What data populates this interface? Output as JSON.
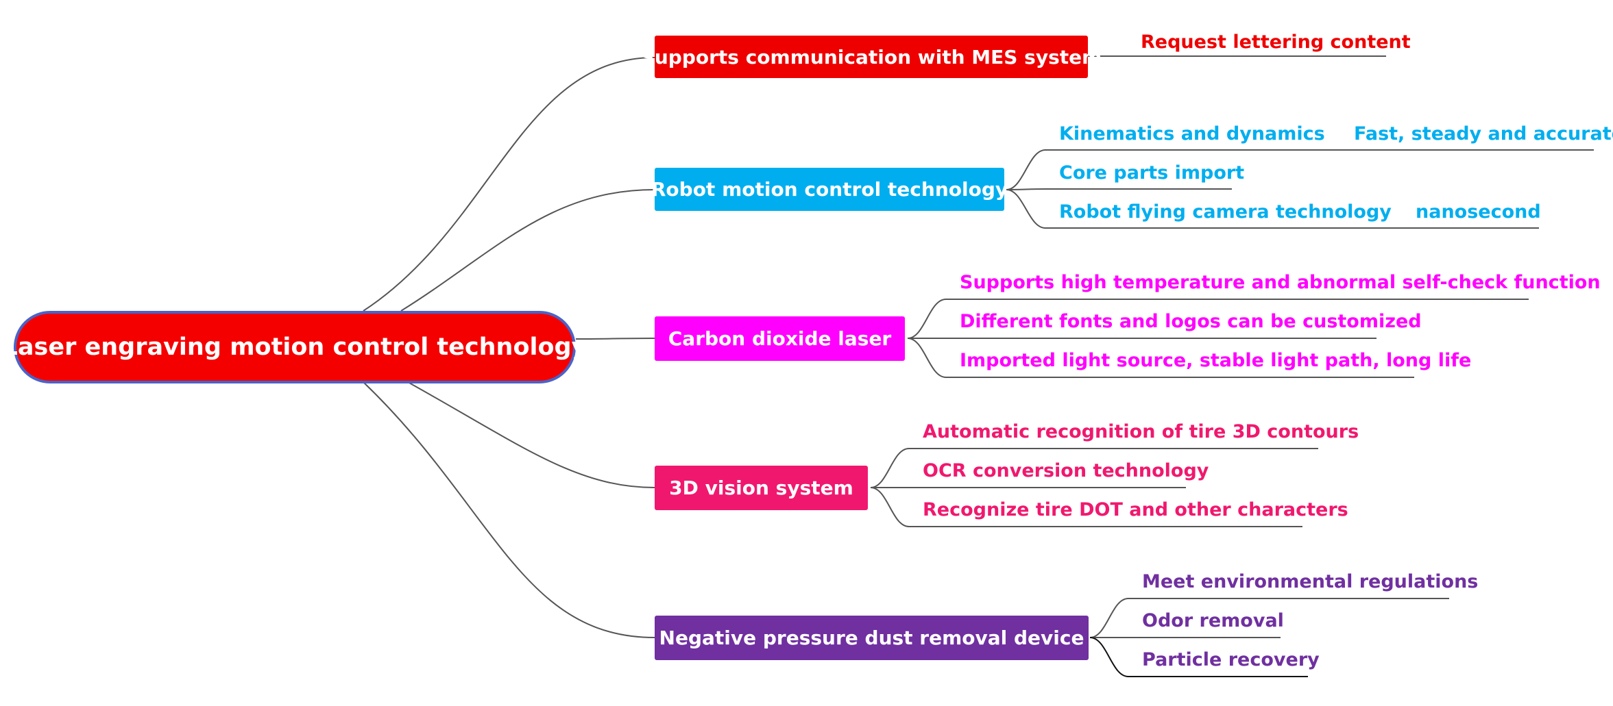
{
  "root": {
    "label": "Laser engraving motion control technology",
    "color": "#f50000"
  },
  "branches": [
    {
      "label": "Supports communication with MES system",
      "color": "#ef0000",
      "children": [
        {
          "label": "Request lettering content"
        }
      ]
    },
    {
      "label": "Robot motion control technology",
      "color": "#00aeef",
      "children": [
        {
          "label": "Kinematics and dynamics",
          "children": [
            {
              "label": "Fast, steady and accurate"
            }
          ]
        },
        {
          "label": "Core parts import"
        },
        {
          "label": "Robot flying camera technology",
          "children": [
            {
              "label": "nanosecond"
            }
          ]
        }
      ]
    },
    {
      "label": "Carbon dioxide laser",
      "color": "#ff00ff",
      "children": [
        {
          "label": "Supports high temperature and abnormal self-check function"
        },
        {
          "label": "Different fonts and logos can be customized"
        },
        {
          "label": "Imported light source, stable light path, long life"
        }
      ]
    },
    {
      "label": "3D vision system",
      "color": "#f0186e",
      "children": [
        {
          "label": "Automatic recognition of tire 3D contours"
        },
        {
          "label": "OCR conversion technology"
        },
        {
          "label": "Recognize tire DOT and other characters"
        }
      ]
    },
    {
      "label": "Negative pressure dust removal device",
      "color": "#7030a0",
      "children": [
        {
          "label": "Meet environmental regulations"
        },
        {
          "label": "Odor removal"
        },
        {
          "label": "Particle recovery"
        }
      ]
    }
  ]
}
